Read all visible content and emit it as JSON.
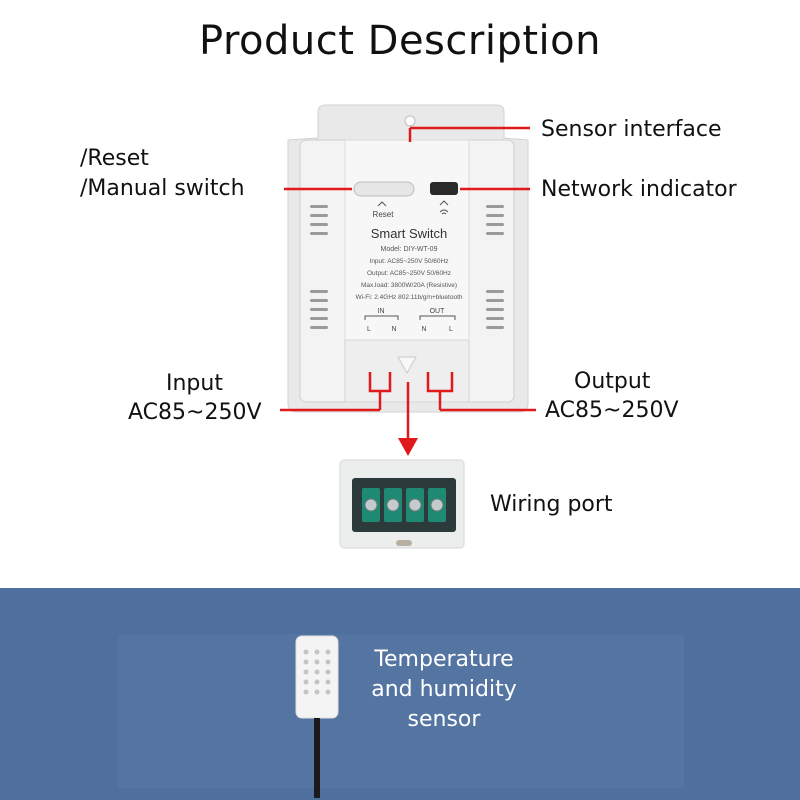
{
  "title": "Product Description",
  "labels": {
    "sensor_interface": "Sensor interface",
    "reset": "/Reset",
    "manual_switch": "/Manual switch",
    "network_indicator": "Network indicator",
    "input_title": "Input",
    "input_voltage": "AC85~250V",
    "output_title": "Output",
    "output_voltage": "AC85~250V",
    "wiring_port": "Wiring port"
  },
  "device": {
    "reset_label": "Reset",
    "name": "Smart Switch",
    "model": "Model: DIY-WT-09",
    "input_spec": "Input: AC85~250V 50/60Hz",
    "output_spec": "Output: AC85~250V 50/60Hz",
    "max_load": "Max.load: 3800W/20A (Resistive)",
    "wifi": "Wi-Fi: 2.4GHz 802.11b/g/n+bluetooth",
    "in_label": "IN",
    "out_label": "OUT",
    "in_l": "L",
    "in_n": "N",
    "out_n": "N",
    "out_l": "L"
  },
  "sensor": {
    "line1": "Temperature",
    "line2": "and humidity",
    "line3": "sensor"
  },
  "colors": {
    "callout_red": "#e0191b",
    "panel_blue": "#4f6f9e",
    "device_white": "#f1f1f1"
  }
}
